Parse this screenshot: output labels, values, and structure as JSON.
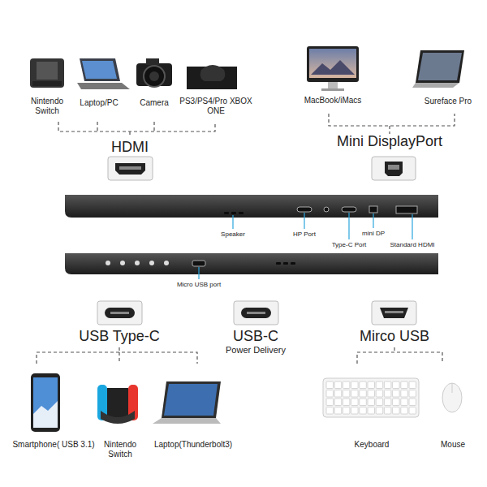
{
  "diagram": {
    "labels": [
      "Nintendo Switch",
      "Laptop/PC",
      "Camera",
      "PS3/PS4/Pro XBOX ONE",
      "HDMI",
      "MacBook/iMacs",
      "Sureface Pro",
      "Mini DisplayPort",
      "Speaker",
      "HP Port",
      "Type-C Port",
      "mini DP",
      "Standard HDMI",
      "Micro USB port",
      "USB Type-C",
      "USB-C",
      "Power Delivery",
      "Mirco USB",
      "Smartphone( USB 3.1)",
      "Nintendo Switch",
      "Laptop(Thunderbolt3)",
      "Keyboard",
      "Mouse"
    ]
  }
}
